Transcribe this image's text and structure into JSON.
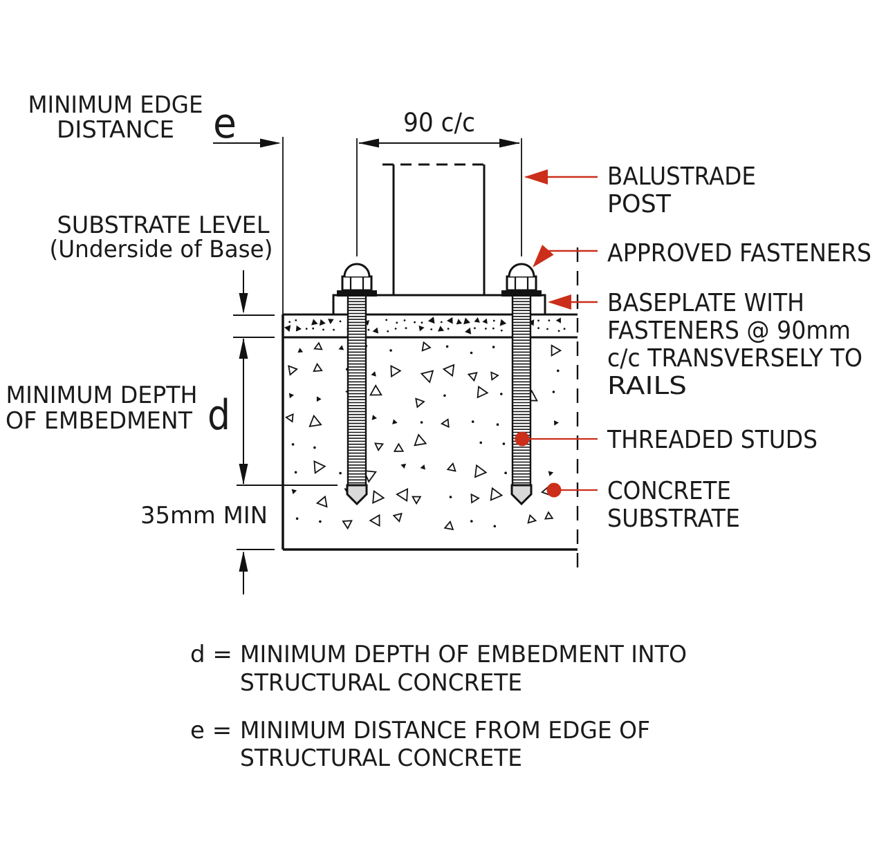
{
  "title": "Balustrade post baseplate fixing detail",
  "colors": {
    "annotation_red": "#cb2e1a",
    "line_black": "#121212",
    "text_black": "#1a1a1a",
    "stud_tip_gray": "#d9d9d9",
    "background": "#ffffff"
  },
  "dimensions": {
    "min_edge": [
      "MINIMUM EDGE",
      "DISTANCE"
    ],
    "edge_symbol": "e",
    "spacing": "90 c/c",
    "substrate_level": [
      "SUBSTRATE LEVEL",
      "(Underside of Base)"
    ],
    "min_depth": [
      "MINIMUM DEPTH",
      "OF EMBEDMENT"
    ],
    "depth_symbol": "d",
    "cover": "35mm MIN"
  },
  "callouts": {
    "balustrade_post": [
      "BALUSTRADE",
      "POST"
    ],
    "approved_fasteners": "APPROVED FASTENERS",
    "baseplate": [
      "BASEPLATE WITH",
      "FASTENERS @ 90mm",
      "c/c TRANSVERSELY TO",
      "RAILS"
    ],
    "threaded_studs": "THREADED STUDS",
    "concrete_substrate": [
      "CONCRETE",
      "SUBSTRATE"
    ]
  },
  "legend": {
    "d": {
      "symbol": "d =",
      "line1": "MINIMUM DEPTH OF EMBEDMENT INTO",
      "line2": "STRUCTURAL CONCRETE"
    },
    "e": {
      "symbol": "e =",
      "line1": "MINIMUM DISTANCE FROM EDGE OF",
      "line2": "STRUCTURAL CONCRETE"
    }
  }
}
